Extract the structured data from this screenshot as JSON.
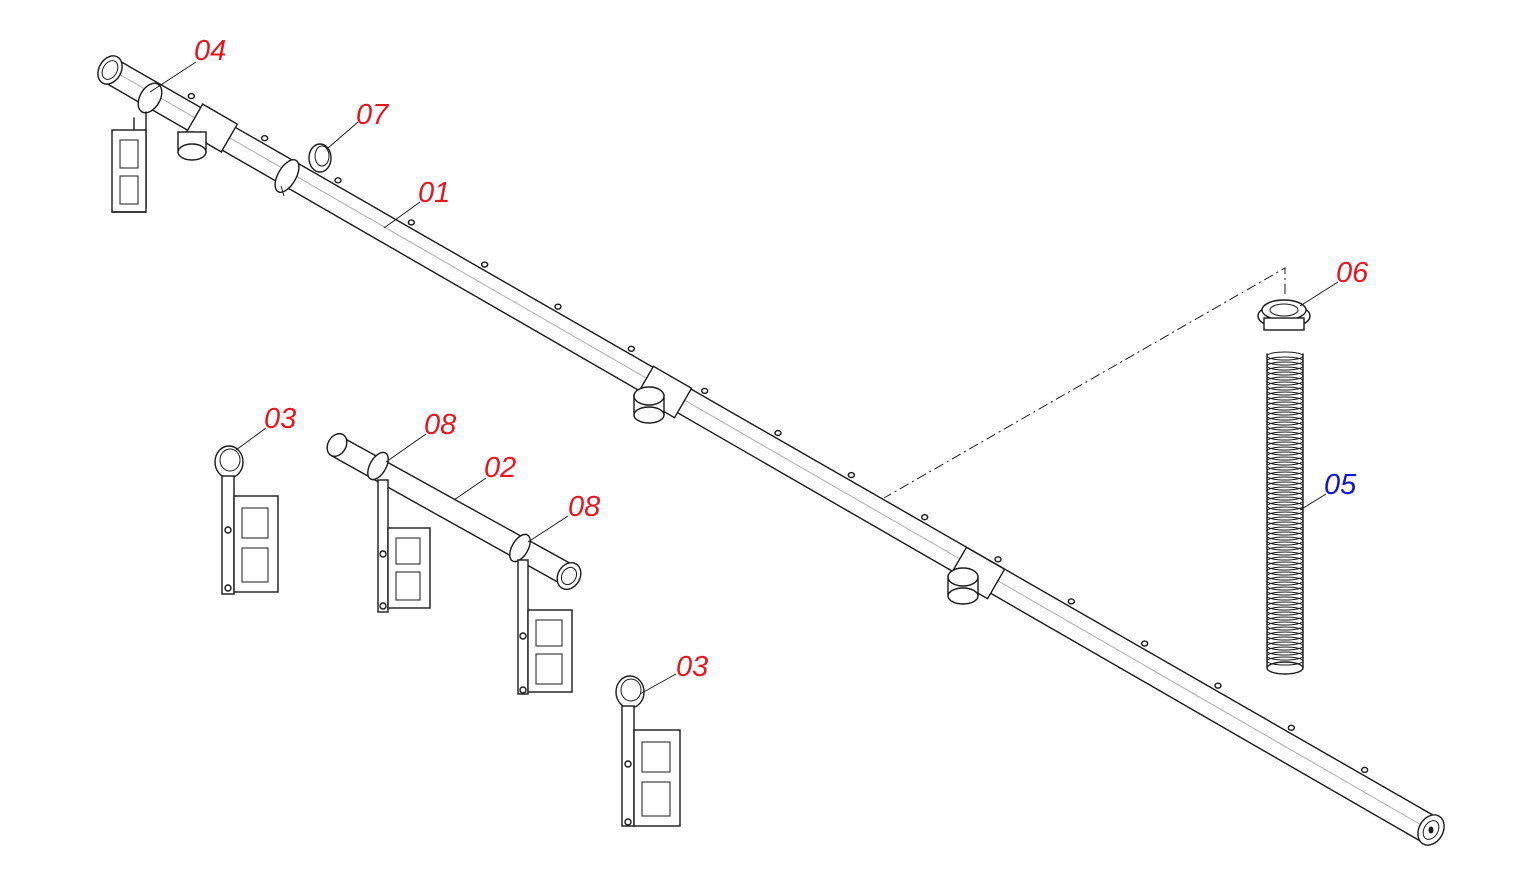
{
  "callouts": {
    "c01": "01",
    "c02": "02",
    "c03a": "03",
    "c03b": "03",
    "c04": "04",
    "c05": "05",
    "c06": "06",
    "c07": "07",
    "c08a": "08",
    "c08b": "08"
  },
  "colors": {
    "callout_red": "#e8141e",
    "callout_blue": "#1414c8",
    "line": "#1a1a1a"
  }
}
